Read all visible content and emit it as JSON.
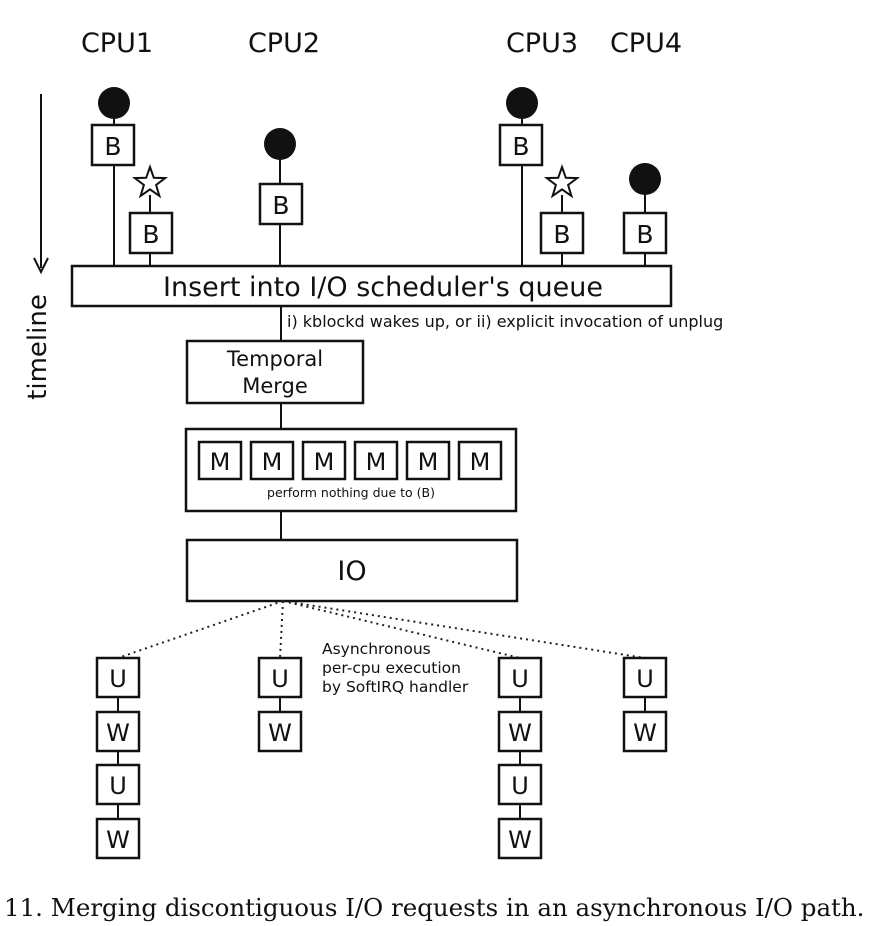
{
  "cpus": [
    "CPU1",
    "CPU2",
    "CPU3",
    "CPU4"
  ],
  "axis_label": "timeline",
  "box_labels": {
    "barrier": "B",
    "merge": "M",
    "unplug": "U",
    "write": "W"
  },
  "insert_queue": "Insert into I/O scheduler's queue",
  "wake_note": "i) kblockd wakes up, or ii) explicit invocation of unplug",
  "temporal_merge": [
    "Temporal",
    "Merge"
  ],
  "merge_note": "perform nothing due to (B)",
  "io": "IO",
  "async_note": [
    "Asynchronous",
    "per-cpu execution",
    "by SoftIRQ handler"
  ],
  "caption": "11.  Merging discontiguous I/O requests in an asynchronous I/O path."
}
